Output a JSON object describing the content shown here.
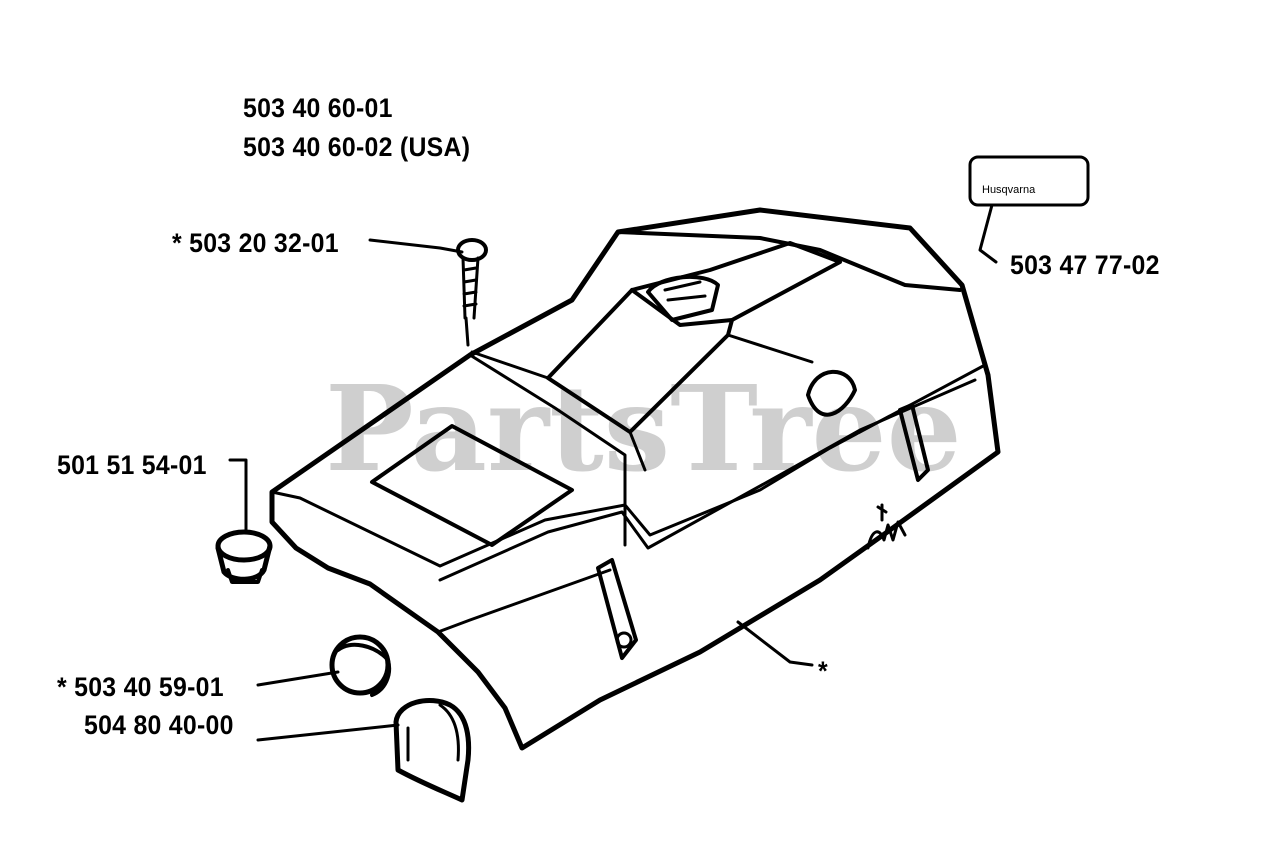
{
  "watermark": "PartsTree",
  "callouts": {
    "main_cover_1": "503 40 60-01",
    "main_cover_2": "503 40 60-02 (USA)",
    "screw": "* 503 20 32-01",
    "decal": "503 47 77-02",
    "knob": "501 51 54-01",
    "plug": "* 503 40 59-01",
    "cap": "504 80 40-00",
    "cover_marker": "*"
  },
  "decal_text": "Husqvarna"
}
